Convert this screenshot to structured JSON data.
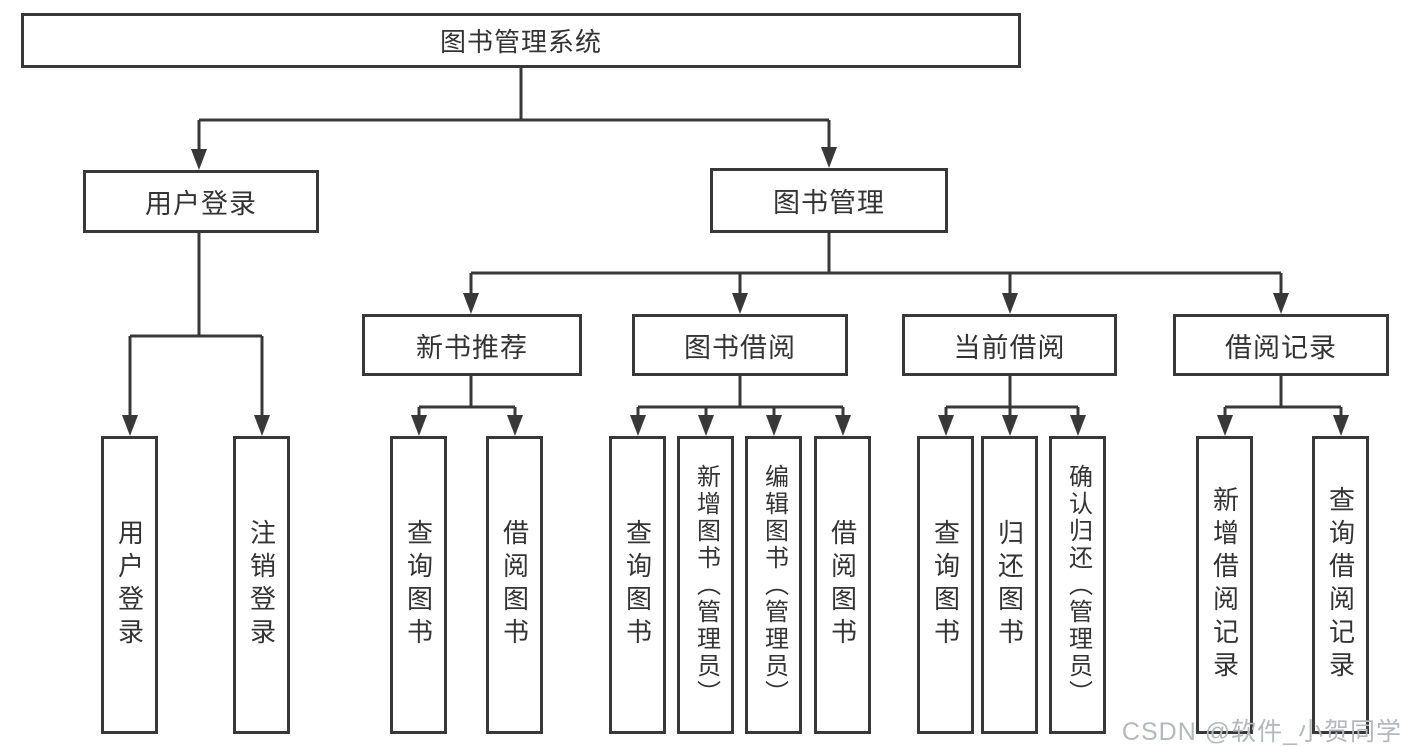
{
  "tree": {
    "root": {
      "label": "图书管理系统"
    },
    "branches": [
      {
        "label": "用户登录",
        "leaves": [
          "用户登录",
          "注销登录"
        ]
      },
      {
        "label": "图书管理",
        "groups": [
          {
            "label": "新书推荐",
            "leaves": [
              "查询图书",
              "借阅图书"
            ]
          },
          {
            "label": "图书借阅",
            "leaves": [
              "查询图书",
              "新增图书（管理员）",
              "编辑图书（管理员）",
              "借阅图书"
            ]
          },
          {
            "label": "当前借阅",
            "leaves": [
              "查询图书",
              "归还图书",
              "确认归还（管理员）"
            ]
          },
          {
            "label": "借阅记录",
            "leaves": [
              "新增借阅记录",
              "查询借阅记录"
            ]
          }
        ]
      }
    ]
  },
  "watermark": {
    "text": "CSDN @软件_小贺同学"
  },
  "colors": {
    "line": "#383838",
    "text": "#333333",
    "watermark": "#b4b8bd",
    "background": "#ffffff"
  }
}
